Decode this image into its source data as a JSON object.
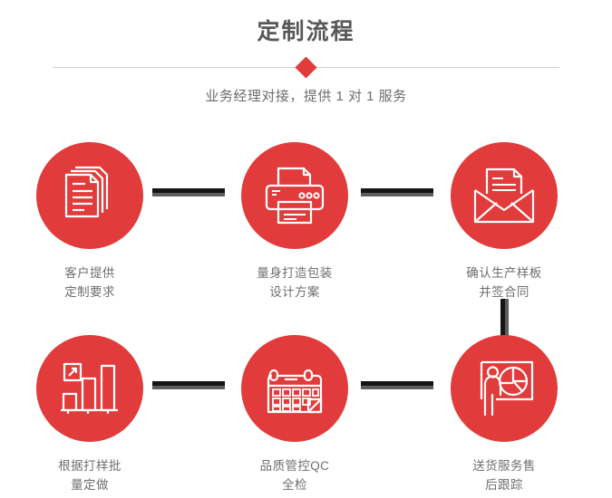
{
  "header": {
    "title": "定制流程",
    "subtitle": "业务经理对接，提供 1 对 1 服务",
    "title_color": "#585858",
    "subtitle_color": "#6d6d6d",
    "divider_color": "#cfcfcf",
    "diamond_color": "#e13b3b"
  },
  "theme": {
    "circle_color": "#e23b3b",
    "icon_color": "#ffffff",
    "connector_color": "#151515",
    "connector_shadow_color": "#5d5d5d",
    "caption_color": "#6f6f6f",
    "background": "#ffffff"
  },
  "steps": [
    {
      "index": 1,
      "icon": "documents-stack-icon",
      "caption": "客户提供\n定制要求"
    },
    {
      "index": 2,
      "icon": "printer-icon",
      "caption": "量身打造包装\n设计方案"
    },
    {
      "index": 3,
      "icon": "envelope-document-icon",
      "caption": "确认生产样板\n并签合同"
    },
    {
      "index": 4,
      "icon": "bar-chart-growth-icon",
      "caption": "根据打样批\n量定做"
    },
    {
      "index": 5,
      "icon": "calendar-icon",
      "caption": "品质管控QC\n全检"
    },
    {
      "index": 6,
      "icon": "presenter-pie-chart-icon",
      "caption": "送货服务售\n后跟踪"
    }
  ],
  "connectors": [
    {
      "id": "connector-step1-step2",
      "orientation": "horizontal"
    },
    {
      "id": "connector-step2-step3",
      "orientation": "horizontal"
    },
    {
      "id": "connector-step3-step6",
      "orientation": "vertical"
    },
    {
      "id": "connector-step4-step5",
      "orientation": "horizontal"
    },
    {
      "id": "connector-step5-step6",
      "orientation": "horizontal"
    }
  ]
}
